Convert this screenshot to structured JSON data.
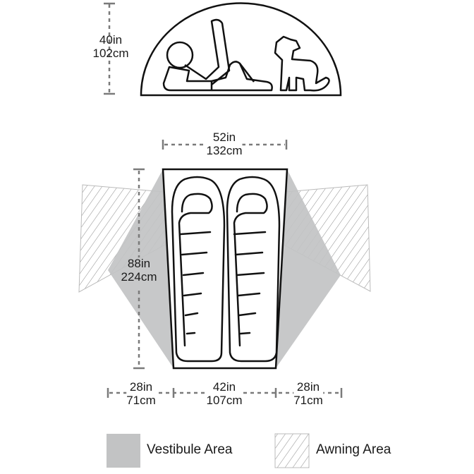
{
  "colors": {
    "vestibule": "#c2c3c4",
    "outline": "#111111",
    "dimension": "#7a7a7a",
    "hatch": "#9a9a9a"
  },
  "dimensions": {
    "height": {
      "in": "40in",
      "cm": "102cm"
    },
    "width": {
      "in": "52in",
      "cm": "132cm"
    },
    "length": {
      "in": "88in",
      "cm": "224cm"
    },
    "left_vestibule": {
      "in": "28in",
      "cm": "71cm"
    },
    "floor_width": {
      "in": "42in",
      "cm": "107cm"
    },
    "right_vestibule": {
      "in": "28in",
      "cm": "71cm"
    }
  },
  "legend": [
    {
      "label": "Vestibule Area"
    },
    {
      "label": "Awning Area"
    }
  ]
}
